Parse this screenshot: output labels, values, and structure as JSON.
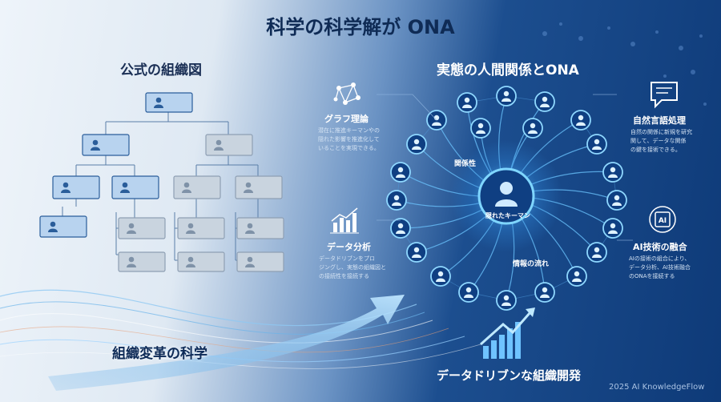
{
  "title": "科学の科学解が ONA",
  "org_chart": {
    "title": "公式の組織図"
  },
  "ona": {
    "title": "実態の人間関係とONA",
    "center_label": "隠れたキーマン",
    "edge_labels": {
      "relation": "関係性",
      "info_flow": "情報の流れ"
    }
  },
  "features": {
    "graph": {
      "title": "グラフ理論",
      "desc": [
        "潜在に推進キーマンやの",
        "隠れた影響を推進化して",
        "いることを実現できる。"
      ],
      "icon": "network-graph-icon"
    },
    "nlp": {
      "title": "自然言語処理",
      "desc": [
        "自然の関係に新規を研究",
        "関して、データな関係",
        "の鍵を接術できる。"
      ],
      "icon": "speech-bubble-icon"
    },
    "data": {
      "title": "データ分析",
      "desc": [
        "データドリブンをプロ",
        "ジングし、実態の組織図と",
        "の接続性を接続する"
      ],
      "icon": "bar-chart-icon"
    },
    "ai": {
      "title": "AI技術の融合",
      "desc": [
        "AIの接術の組合により、",
        "データ分析、AI技術融合",
        "のONAを接続する"
      ],
      "icon": "ai-chip-icon"
    }
  },
  "bottom_left_label": "組織変革の科学",
  "bottom_center_label": "データドリブンな組織開発",
  "copyright": "2025 AI KnowledgeFlow",
  "colors": {
    "accent": "#4fc3ff",
    "dark_blue": "#0e3a78",
    "node_fill": "#b8d3ef",
    "node_border": "#2a5d9a"
  }
}
